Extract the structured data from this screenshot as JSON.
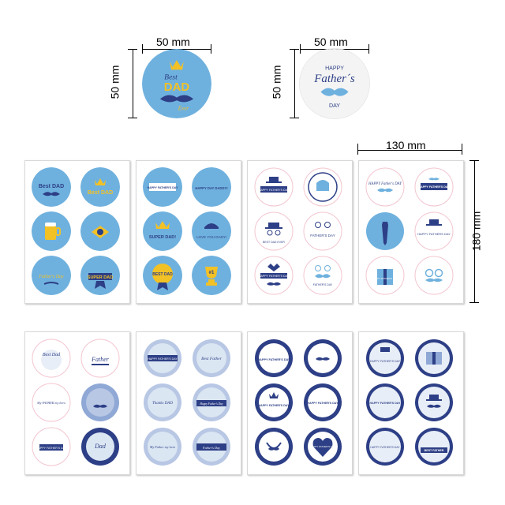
{
  "top_left": {
    "width_label": "50 mm",
    "height_label": "50 mm",
    "sticker": {
      "line1": "Best",
      "line2": "DAD",
      "line3": "Ever"
    }
  },
  "top_right": {
    "width_label": "50 mm",
    "height_label": "50 mm",
    "sticker": {
      "line1": "HAPPY",
      "line2": "Father´s",
      "line3": "DAY"
    }
  },
  "sheet_dims": {
    "width_label": "130 mm",
    "height_label": "180 mm"
  },
  "colors": {
    "sky": "#6fb1de",
    "navy": "#2d3f86",
    "gold": "#f2c125",
    "pale": "#dbe6f3",
    "mid": "#8fa8d5"
  },
  "sheet1": {
    "s1": "Best DAD",
    "s2": "Best DAD",
    "s3": "",
    "s4": "",
    "s5": "Father's Day",
    "s6": "SUPER DAD"
  },
  "sheet2": {
    "s1": "HAPPY FATHER'S DAY",
    "s2": "HAPPY DAY DADDY!",
    "s3": "SUPER DAD!",
    "s4": "LOVE YOU DADY!",
    "s5": "BEST DAD",
    "s6": "#1"
  },
  "sheet3": {
    "s1": "HAPPY FATHER'S DAY",
    "s2": "",
    "s3": "BEST DAD EVER",
    "s4": "FATHER'S DAY",
    "s5": "HAPPY FATHER'S DAY",
    "s6": "FATHER'S DAY"
  },
  "sheet4": {
    "s1": "HAPPY Father's DAY",
    "s2": "HAPPY FATHER'S DAY",
    "s3": "",
    "s4": "HAPPY FATHERS DAY",
    "s5": "HAPPY FATHER'S DAY",
    "s6": ""
  },
  "sheet5": {
    "s1": "Best Dad",
    "s2": "Father",
    "s3": "My FATHER my hero",
    "s4": "",
    "s5": "HAPPY FATHER'S DAY",
    "s6": "Dad"
  },
  "sheet6": {
    "s1": "HAPPY FATHER'S DAY",
    "s2": "Best Father",
    "s3": "Thanks DAD",
    "s4": "Happy Father's Day",
    "s5": "My Father my hero",
    "s6": "Father's Day"
  },
  "sheet7": {
    "s1": "HAPPY FATHER'S DAY",
    "s2": "",
    "s3": "HAPPY FATHER'S DAY",
    "s4": "HAPPY FATHER'S DAY",
    "s5": "",
    "s6": "HAPPY FATHER'S DAY"
  },
  "sheet8": {
    "s1": "HAPPY FATHER'S DAY",
    "s2": "",
    "s3": "HAPPY FATHER'S DAY",
    "s4": "",
    "s5": "HAPPY FATHER'S DAY",
    "s6": "BEST FATHER"
  }
}
